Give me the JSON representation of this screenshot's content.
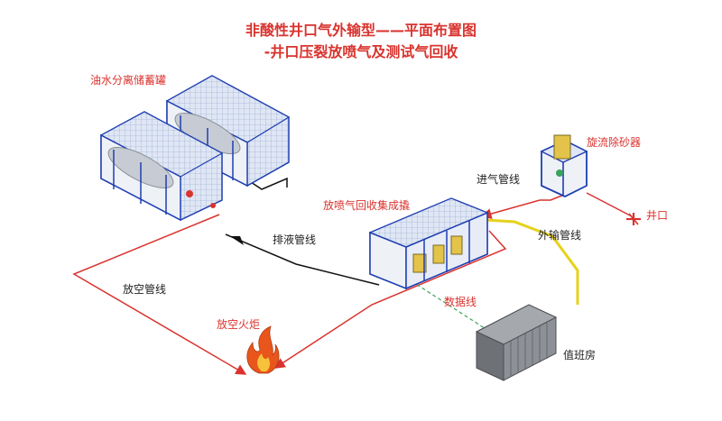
{
  "title": {
    "line1": "非酸性井口气外输型——平面布置图",
    "line2": "-井口压裂放喷气及测试气回收"
  },
  "labels": {
    "storage_tanks": "油水分离储蓄罐",
    "desander": "旋流除砂器",
    "inlet_line": "进气管线",
    "wellhead": "井口",
    "recovery_skid": "放喷气回收集成撬",
    "export_line": "外输管线",
    "drain_line": "排液管线",
    "vent_line": "放空管线",
    "data_line": "数据线",
    "flare": "放空火炬",
    "duty_room": "值班房"
  },
  "colors": {
    "title_red": "#d9332e",
    "pipe_red": "#d9332e",
    "pipe_black": "#111111",
    "pipe_yellow": "#e6d21a",
    "data_green": "#3aa35c",
    "equipment_blue": "#1f3fb0",
    "tank_grey": "#c7ccd4",
    "room_grey": "#7c7f84"
  },
  "icons": [
    "flame-icon",
    "wellhead-valve-icon",
    "arrow-head-icon"
  ]
}
